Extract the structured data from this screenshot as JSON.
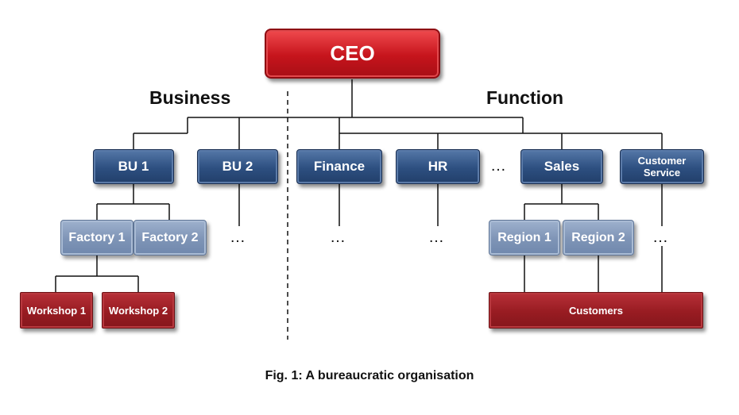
{
  "headings": {
    "business": "Business",
    "function": "Function"
  },
  "nodes": {
    "ceo": "CEO",
    "bu1": "BU 1",
    "bu2": "BU 2",
    "finance": "Finance",
    "hr": "HR",
    "sales": "Sales",
    "customer_service": "Customer Service",
    "factory1": "Factory 1",
    "factory2": "Factory 2",
    "workshop1": "Workshop 1",
    "workshop2": "Workshop 2",
    "region1": "Region 1",
    "region2": "Region 2",
    "customers": "Customers"
  },
  "ellipsis": "…",
  "caption": "Fig. 1: A bureaucratic organisation",
  "colors": {
    "ceo_red": "#c6141c",
    "unit_navy": "#2d4f80",
    "sub_unit_blue": "#7e94b6",
    "leaf_red": "#981c22"
  }
}
